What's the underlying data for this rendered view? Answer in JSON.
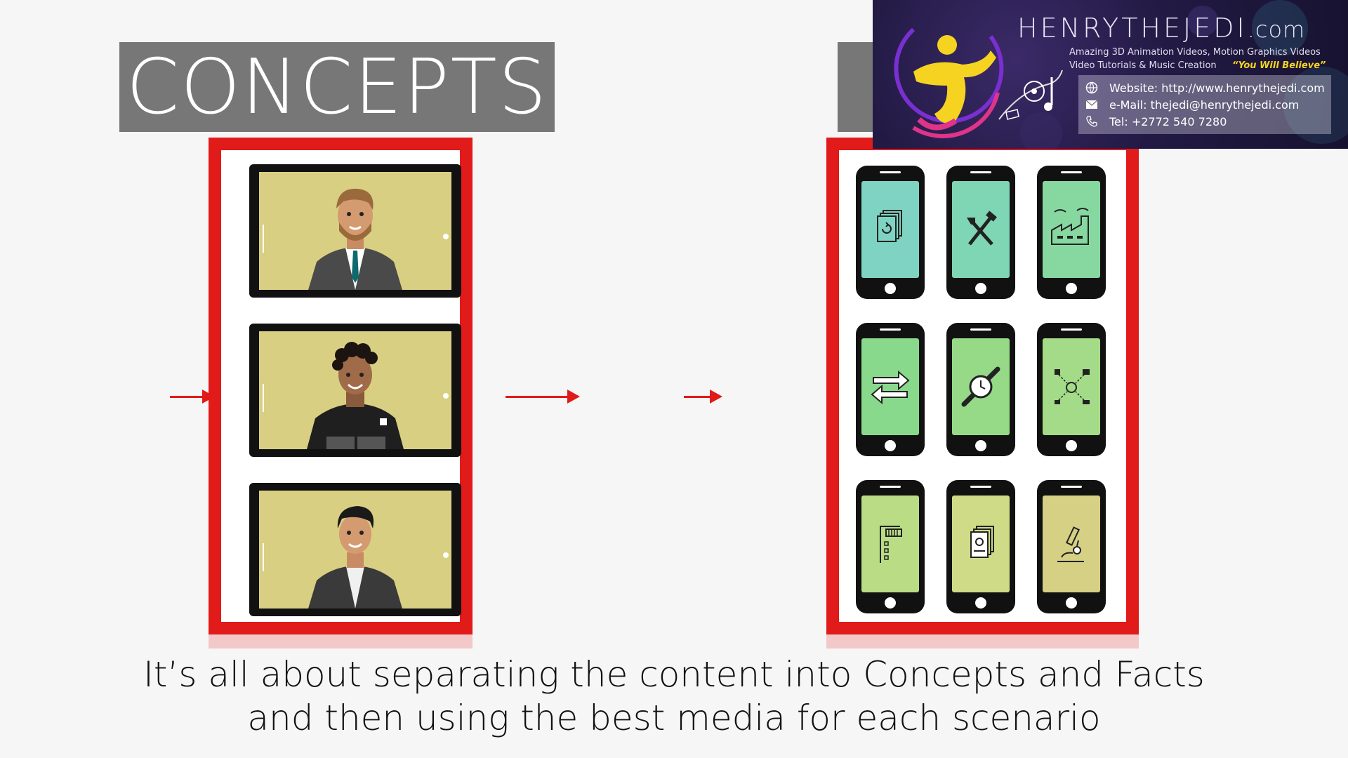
{
  "headers": {
    "concepts": "CONCEPTS"
  },
  "caption": {
    "line1": "It’s all about separating the content into Concepts and Facts",
    "line2": "and then using the best media for each scenario"
  },
  "tablets": [
    {
      "character": "bearded-man-in-suit"
    },
    {
      "character": "curly-haired-man-in-jacket"
    },
    {
      "character": "man-in-blazer"
    }
  ],
  "phones": [
    {
      "icon": "document-refresh-icon",
      "color": "#7fd3c3"
    },
    {
      "icon": "tools-icon",
      "color": "#7fd6b4"
    },
    {
      "icon": "factory-icon",
      "color": "#86d8a0"
    },
    {
      "icon": "transfer-arrows-icon",
      "color": "#88d98c"
    },
    {
      "icon": "clock-wrench-icon",
      "color": "#96da88"
    },
    {
      "icon": "network-hub-icon",
      "color": "#a3db88"
    },
    {
      "icon": "cabinet-icon",
      "color": "#b9dc84"
    },
    {
      "icon": "documents-icon",
      "color": "#cfdb86"
    },
    {
      "icon": "microscope-icon",
      "color": "#d6d084"
    }
  ],
  "logo": {
    "brand_main": "HENRYTHEJEDI",
    "brand_suffix": ".com",
    "tagline1": "Amazing 3D Animation Videos, Motion Graphics Videos",
    "tagline2": "Video Tutorials & Music Creation",
    "slogan": "“You Will Believe”",
    "website": "Website: http://www.henrythejedi.com",
    "email": "e-Mail: thejedi@henrythejedi.com",
    "tel": "Tel: +2772 540 7280"
  },
  "colors": {
    "frame_red": "#e11a1a",
    "header_gray": "#777777",
    "tablet_screen": "#d9cf83"
  }
}
